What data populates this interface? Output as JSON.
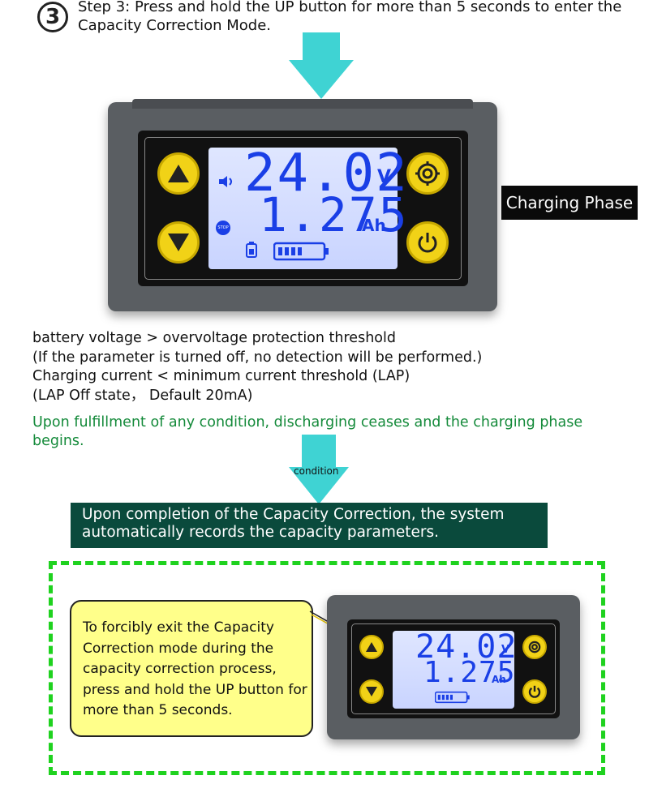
{
  "header": {
    "step_number": "3",
    "step_text": "Step 3: Press and hold the UP button for more than 5 seconds to enter the Capacity Correction Mode."
  },
  "device_display": {
    "voltage": "24.02",
    "voltage_unit": "V",
    "capacity": "1.275",
    "capacity_unit": "Ah",
    "stop_label": "STOP"
  },
  "phase_label": "Charging Phase",
  "conditions": {
    "line1": "battery voltage > overvoltage protection threshold",
    "line2": "(If the parameter is turned off, no detection will be performed.)",
    "line3": "Charging current < minimum current threshold (LAP)",
    "line4": "(LAP Off state， Default 20mA)"
  },
  "result_text": "Upon fulfillment of any condition, discharging ceases and the charging phase begins.",
  "arrow_label": "condition",
  "banner_text": "Upon completion of the Capacity Correction, the system automatically records the capacity parameters.",
  "note_text": "To forcibly exit the Capacity Correction mode during the capacity correction process, press and hold the UP button for more than 5 seconds.",
  "colors": {
    "arrow": "#3fd3d3",
    "banner_bg": "#0a4a3c",
    "dashed_border": "#1fd21f",
    "note_bg": "#ffff8a",
    "lcd_digits": "#1a3fe6",
    "button_yellow": "#f1d217",
    "green_text": "#148a3a"
  }
}
